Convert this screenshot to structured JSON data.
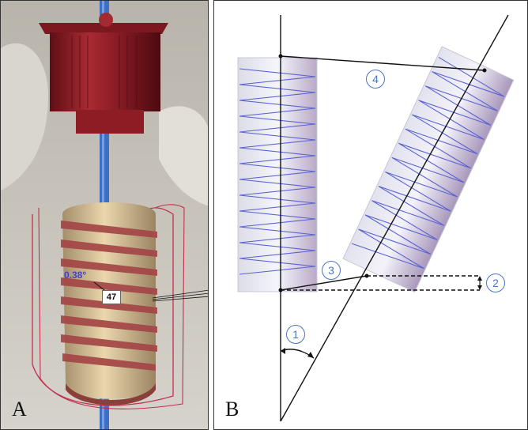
{
  "panel_a": {
    "label": "A",
    "angle_readout": "0.38°",
    "depth_readout": "47"
  },
  "panel_b": {
    "label": "B",
    "markers": [
      "1",
      "2",
      "3",
      "4"
    ]
  },
  "colors": {
    "guide_sleeve": "#8e1c24",
    "guide_pin": "#3f6fc4",
    "implant_thread": "#b04a4a",
    "implant_body": "#d8c39a",
    "outline_pink": "#c0304f",
    "spring": "#5a63d0",
    "marker": "#4a74c4"
  }
}
